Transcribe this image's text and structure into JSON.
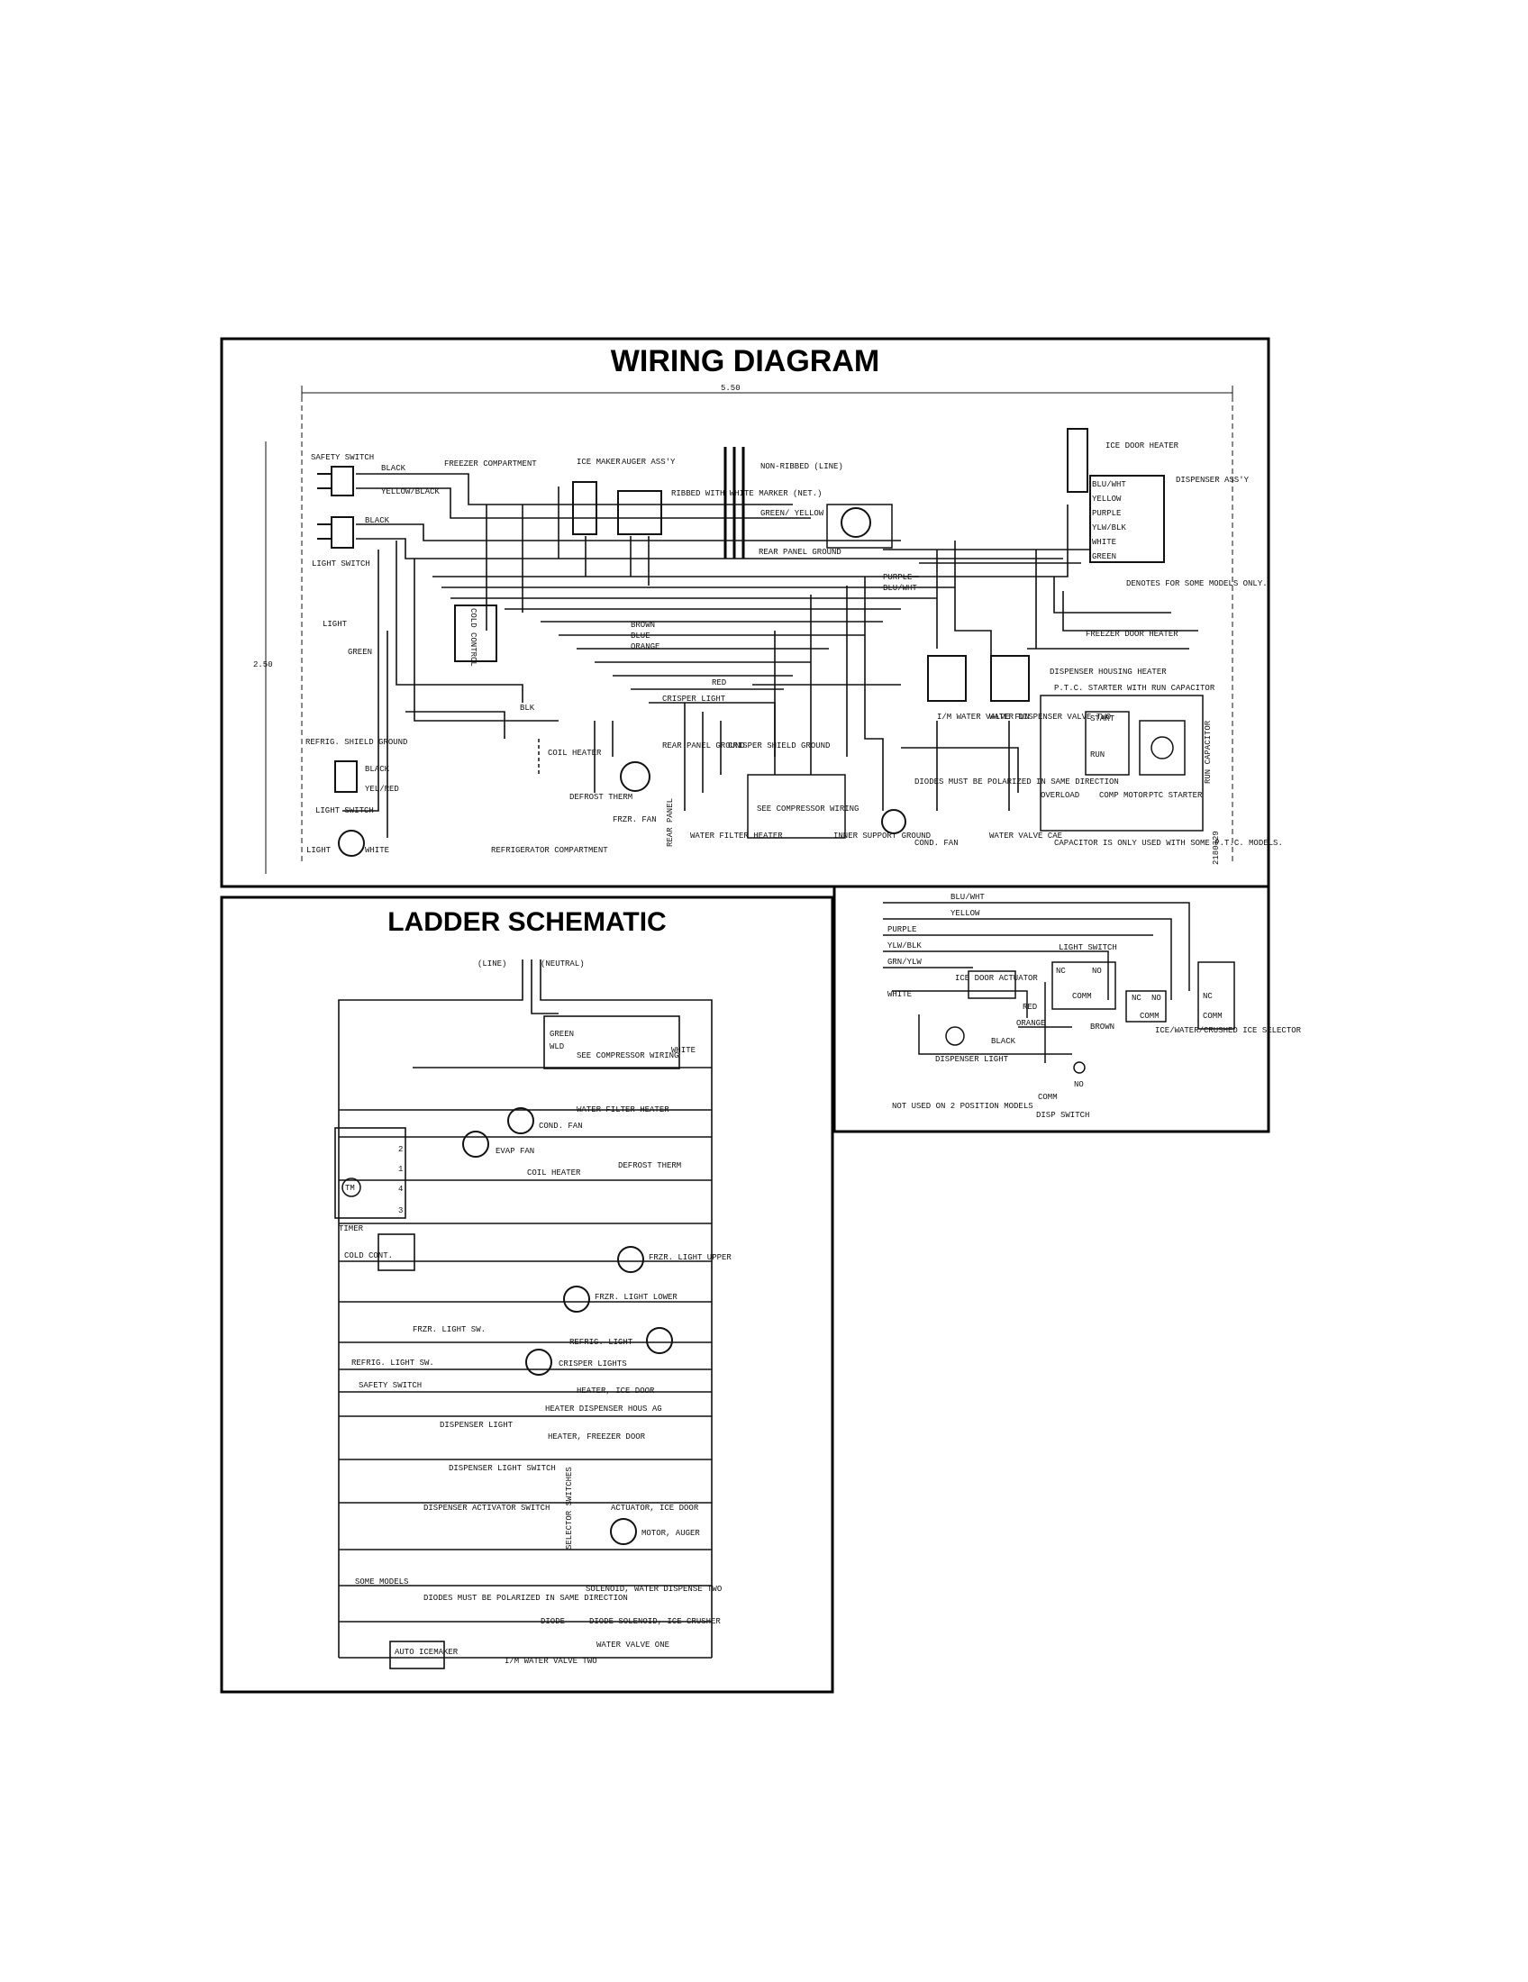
{
  "wiring": {
    "title": "WIRING DIAGRAM",
    "dim_top": "5.50",
    "dim_side": "2.50",
    "part_number": "2180329",
    "labels": {
      "safety_switch": "SAFETY SWITCH",
      "black": "BLACK",
      "yellow_black": "YELLOW/BLACK",
      "freezer_compartment": "FREEZER COMPARTMENT",
      "ice_maker": "ICE MAKER",
      "auger_assy": "AUGER ASS'Y",
      "ribbed_with_white_marker": "RIBBED WITH WHITE MARKER (NET.)",
      "non_ribbed": "NON-RIBBED (LINE)",
      "green_yellow": "GREEN/ YELLOW",
      "rear_panel_ground": "REAR PANEL GROUND",
      "ice_door_heater": "ICE DOOR HEATER",
      "dispenser_assy": "DISPENSER ASS'Y",
      "light_switch": "LIGHT SWITCH",
      "light": "LIGHT",
      "green": "GREEN",
      "cold_control": "COLD CONTROL",
      "purple": "PURPLE",
      "blu_wht": "BLU/WHT",
      "yellow": "YELLOW",
      "blu_wht_2": "BLU/WHT",
      "tan_purple": "PURPLE",
      "ylw_blk": "YLW/BLK",
      "denotes_some_models": "DENOTES FOR SOME MODELS ONLY.",
      "freezer_door_heater": "FREEZER DOOR HEATER",
      "dispenser_housing_heater": "DISPENSER HOUSING HEATER",
      "ptc_starter": "P.T.C. STARTER WITH RUN CAPACITOR",
      "refrig_shield_ground": "REFRIG. SHIELD GROUND",
      "yel_red": "YEL/RED",
      "light_switch_2": "LIGHT SWITCH",
      "coil_heater": "COIL HEATER",
      "defrost_therm": "DEFROST THERM",
      "frzr_fan": "FRZR. FAN",
      "rear_panel": "REAR PANEL",
      "water_filter_heater": "WATER FILTER HEATER",
      "see_compressor_wiring": "SEE COMPRESSOR WIRING",
      "inner_support_ground": "INNER SUPPORT GROUND",
      "cond_fan": "COND. FAN",
      "diodes_must_be": "DIODES MUST BE POLARIZED IN SAME DIRECTION",
      "water_valve": "WATER VALVE CAE",
      "overload": "OVERLOAD",
      "comp_motor": "COMP MOTOR",
      "ptc_starter_2": "PTC STARTER",
      "capacitor_note": "CAPACITOR IS ONLY USED WITH SOME P.T.C. MODELS.",
      "refrigerator_compartment": "REFRIGERATOR COMPARTMENT",
      "white": "WHITE",
      "brown": "BROWN",
      "blue": "BLUE",
      "orange": "ORANGE",
      "blk": "BLK",
      "red": "RED",
      "crisper_light": "CRISPER LIGHT",
      "rear_panel_ground_2": "REAR PANEL GROUND",
      "crisper_shield_ground": "CRISPER SHIELD GROUND",
      "ice_water_valve": "I/M WATER VALVE FUN",
      "water_dispenser_valve": "WATER DISPENSER VALVE TWO",
      "start": "START",
      "run": "RUN",
      "run_capacitor": "RUN CAPACITOR"
    }
  },
  "ladder": {
    "title": "LADDER SCHEMATIC",
    "line": "(LINE)",
    "neutral": "(NEUTRAL)",
    "labels": {
      "green": "GREEN",
      "wld": "WLD",
      "white": "WHITE",
      "see_compressor_wiring": "SEE COMPRESSOR WIRING",
      "water_filter_heater": "WATER FILTER HEATER",
      "cond_fan": "COND. FAN",
      "evap_fan": "EVAP FAN",
      "coil_heater": "COIL HEATER",
      "defrost_therm": "DEFROST THERM",
      "timer": "TIMER",
      "cold_cont": "COLD CONT.",
      "frzr_light_upper": "FRZR. LIGHT UPPER",
      "frzr_light_lower": "FRZR. LIGHT LOWER",
      "frzr_light_sw": "FRZR. LIGHT SW.",
      "refrig_light": "REFRIG. LIGHT",
      "refrig_light_sw": "REFRIG. LIGHT SW.",
      "crisper_lights": "CRISPER LIGHTS",
      "safety_switch": "SAFETY SWITCH",
      "heater_ice_door": "HEATER, ICE DOOR",
      "heater_dispenser_hous": "HEATER DISPENSER HOUS AG",
      "dispenser_light": "DISPENSER LIGHT",
      "heater_freezer_door": "HEATER, FREEZER DOOR",
      "dispenser_light_switch": "DISPENSER LIGHT SWITCH",
      "dispenser_activator_switch": "DISPENSER ACTIVATOR SWITCH",
      "actuator_ice_door": "ACTUATOR, ICE DOOR",
      "motor_auger": "MOTOR, AUGER",
      "selector_switches": "SELECTOR SWITCHES",
      "some_models": "SOME MODELS",
      "diodes_note": "DIODES MUST BE POLARIZED IN SAME DIRECTION",
      "solenoid_water_dispense": "SOLENOID, WATER DISPENSE TWO",
      "diode": "DIODE",
      "diode_solenoid_crusher": "DIODE SOLENOID, ICE CRUSHER",
      "water_valve_one": "WATER VALVE ONE",
      "auto_icemaker": "AUTO ICEMAKER",
      "im_water_valve_two": "I/M WATER VALVE TWO",
      "n1": "1",
      "n2": "2",
      "n3": "3",
      "n4": "4",
      "tm": "TM"
    }
  },
  "inset": {
    "labels": {
      "blu_wht": "BLU/WHT",
      "yellow": "YELLOW",
      "purple": "PURPLE",
      "ylw_blk": "YLW/BLK",
      "grn_ylw": "GRN/YLW",
      "white": "WHITE",
      "ice_door_actuator": "ICE DOOR ACTUATOR",
      "light_switch": "LIGHT SWITCH",
      "nc": "NC",
      "no": "NO",
      "comm": "COMM",
      "red": "RED",
      "orange": "ORANGE",
      "black": "BLACK",
      "brown": "BROWN",
      "ice_water_crushed": "ICE/WATER/CRUSHED ICE SELECTOR",
      "dispenser_light": "DISPENSER LIGHT",
      "not_used_note": "NOT USED ON 2 POSITION MODELS",
      "disp_switch": "DISP SWITCH"
    }
  }
}
